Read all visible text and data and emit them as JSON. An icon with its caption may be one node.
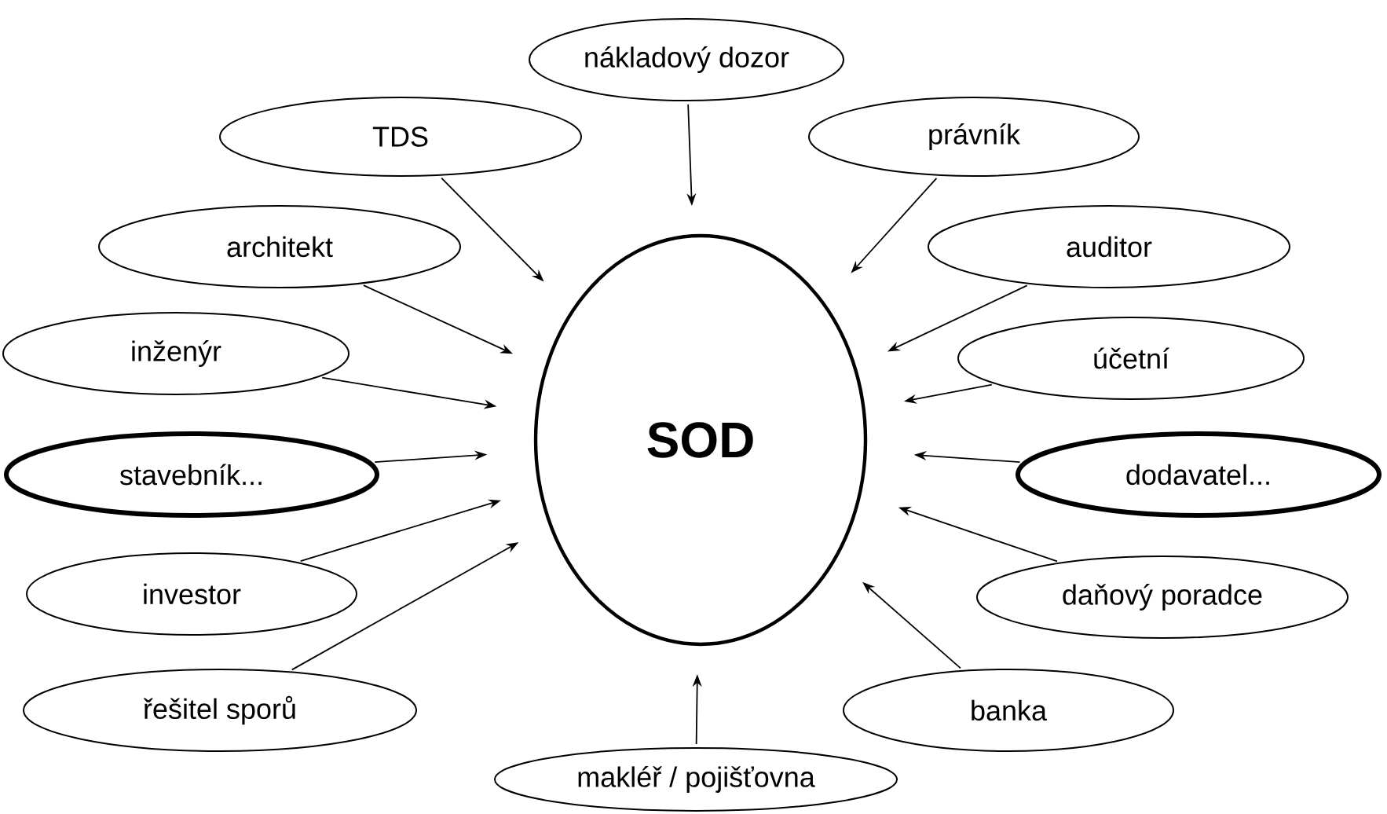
{
  "diagram": {
    "nodes": [
      {
        "text": [
          "SOD"
        ]
      },
      {
        "text": [
          "nákladový dozor"
        ]
      },
      {
        "text": [
          "TDS"
        ]
      },
      {
        "text": [
          "právník"
        ]
      },
      {
        "text": [
          "architekt"
        ]
      },
      {
        "text": [
          "auditor"
        ]
      },
      {
        "text": [
          "inženýr"
        ]
      },
      {
        "text": [
          "účetní"
        ]
      },
      {
        "text": [
          "stavebník..."
        ]
      },
      {
        "text": [
          "dodavatel..."
        ]
      },
      {
        "text": [
          "investor"
        ]
      },
      {
        "text": [
          "daňový poradce"
        ]
      },
      {
        "text": [
          "řešitel sporů"
        ]
      },
      {
        "text": [
          "banka"
        ]
      },
      {
        "text": [
          "makléř / pojišťovna"
        ]
      }
    ],
    "edges": [
      {
        "from": 1,
        "to": 0,
        "arrow": "to"
      },
      {
        "from": 2,
        "to": 0,
        "arrow": "to"
      },
      {
        "from": 3,
        "to": 0,
        "arrow": "to"
      },
      {
        "from": 4,
        "to": 0,
        "arrow": "to"
      },
      {
        "from": 5,
        "to": 0,
        "arrow": "to"
      },
      {
        "from": 6,
        "to": 0,
        "arrow": "to"
      },
      {
        "from": 7,
        "to": 0,
        "arrow": "to"
      },
      {
        "from": 8,
        "to": 0,
        "arrow": "to"
      },
      {
        "from": 9,
        "to": 0,
        "arrow": "to"
      },
      {
        "from": 10,
        "to": 0,
        "arrow": "to"
      },
      {
        "from": 11,
        "to": 0,
        "arrow": "to"
      },
      {
        "from": 12,
        "to": 0,
        "arrow": "to"
      },
      {
        "from": 13,
        "to": 0,
        "arrow": "to"
      },
      {
        "from": 14,
        "to": 0,
        "arrow": "to"
      }
    ]
  }
}
